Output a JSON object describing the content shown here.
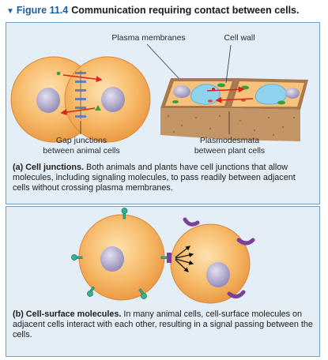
{
  "figure": {
    "label": "Figure 11.4",
    "title": "Communication requiring contact between cells."
  },
  "panel_a": {
    "label_plasma_membranes": "Plasma membranes",
    "label_cell_wall": "Cell wall",
    "label_gap_junctions_1": "Gap junctions",
    "label_gap_junctions_2": "between animal cells",
    "label_plasmodesmata_1": "Plasmodesmata",
    "label_plasmodesmata_2": "between plant cells",
    "caption_letter": "(a)",
    "caption_title": "Cell junctions.",
    "caption_text": " Both animals and plants have cell junctions that allow molecules, including signaling molecules, to pass readily between adjacent cells without crossing plasma membranes."
  },
  "panel_b": {
    "caption_letter": "(b)",
    "caption_title": "Cell-surface molecules.",
    "caption_text": " In many animal cells, cell-surface molecules on adjacent cells interact with each other, resulting in a signal passing between the cells."
  },
  "colors": {
    "title_blue": "#1a5fa6",
    "panel_bg": "#e3eef6",
    "panel_border": "#6f9fc4",
    "cell_orange": "#f6b565",
    "nucleus": "#a9a3c8",
    "arrow_red": "#d9251c",
    "receptor_green": "#3bb08f",
    "ligand_purple": "#7d3f98",
    "plant_wall": "#b98b5c",
    "vacuole": "#8fd3ef",
    "chloroplast": "#3a9e3a"
  }
}
